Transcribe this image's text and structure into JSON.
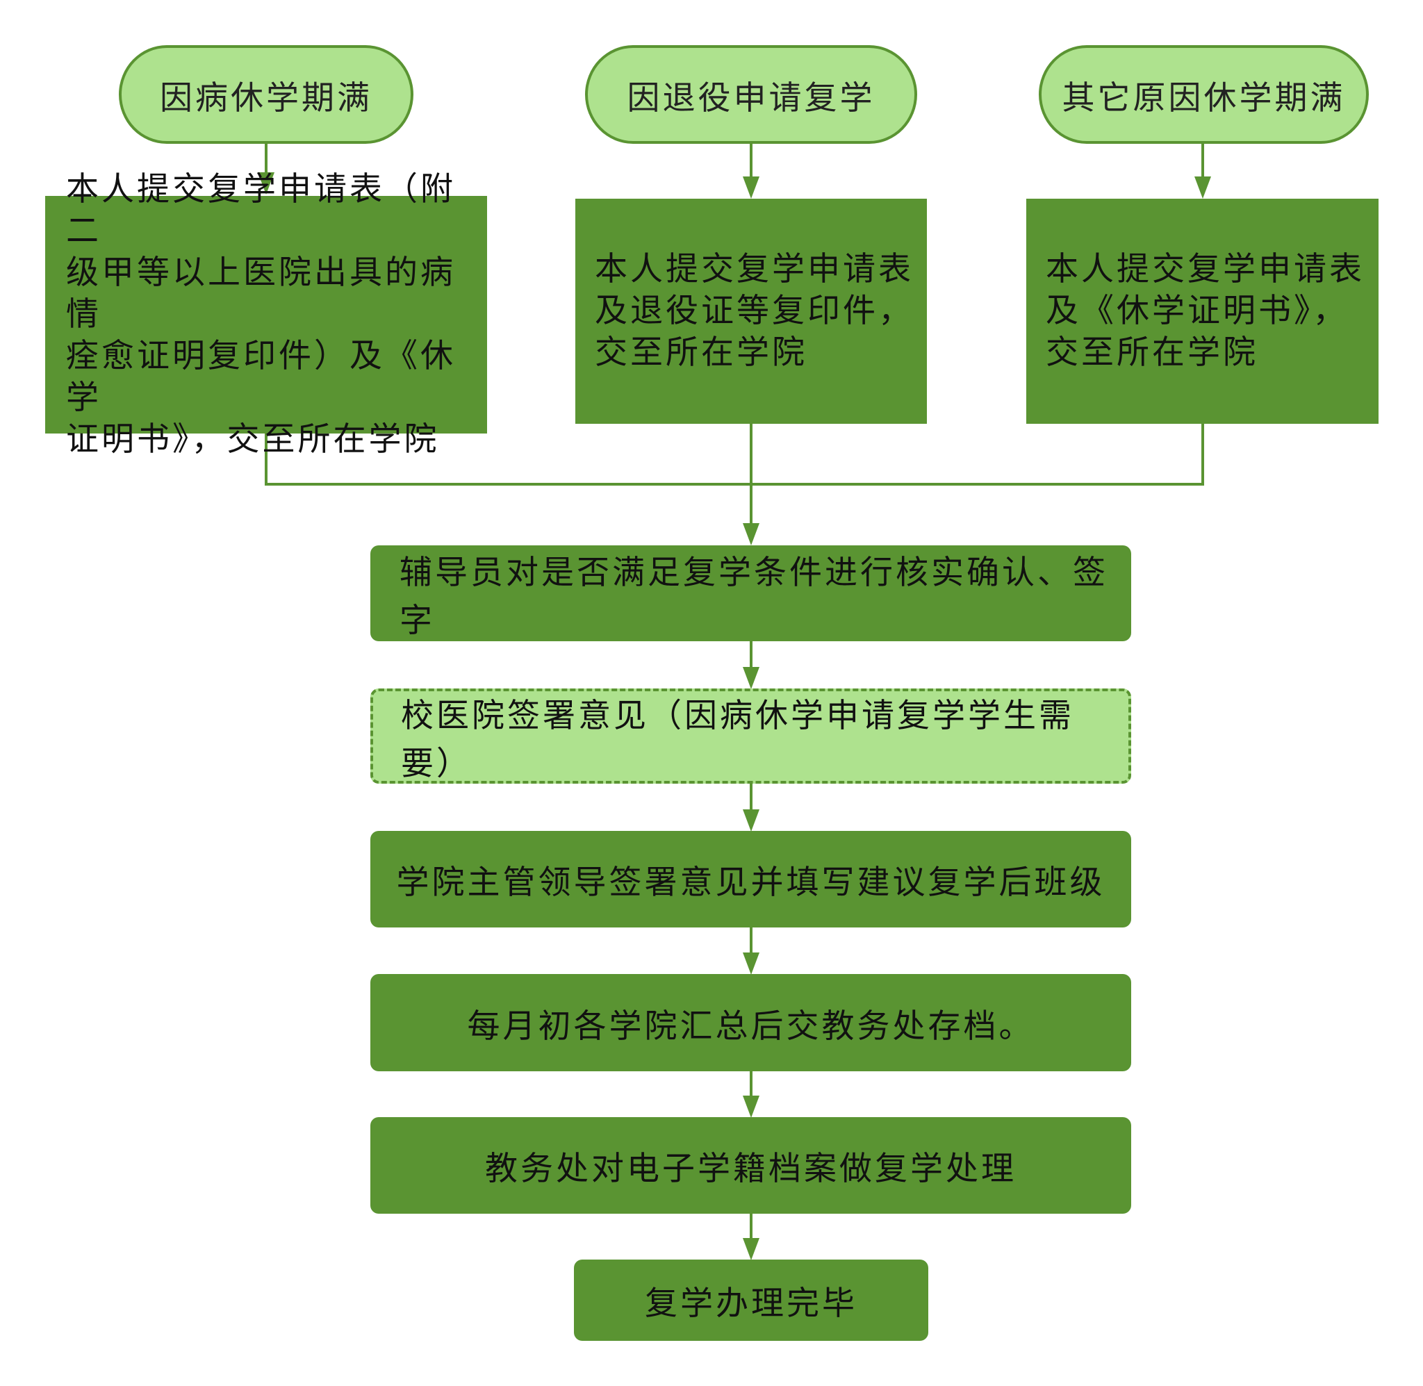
{
  "colors": {
    "dark_green": "#5a9432",
    "light_green": "#aee28e",
    "line": "#5a9432",
    "text": "#111111"
  },
  "start_nodes": [
    {
      "label": "因病休学期满"
    },
    {
      "label": "因退役申请复学"
    },
    {
      "label": "其它原因休学期满"
    }
  ],
  "submit_nodes": [
    {
      "label": "本人提交复学申请表（附二\n级甲等以上医院出具的病情\n痊愈证明复印件）及《休学\n证明书》，交至所在学院"
    },
    {
      "label": "本人提交复学申请表\n及退役证等复印件，\n交至所在学院"
    },
    {
      "label": "本人提交复学申请表\n及《休学证明书》，\n交至所在学院"
    }
  ],
  "process_steps": [
    {
      "label": "辅导员对是否满足复学条件进行核实确认、签字",
      "style": "solid"
    },
    {
      "label": "校医院签署意见（因病休学申请复学学生需要）",
      "style": "dashed"
    },
    {
      "label": "学院主管领导签署意见并填写建议复学后班级",
      "style": "solid"
    },
    {
      "label": "每月初各学院汇总后交教务处存档。",
      "style": "solid"
    },
    {
      "label": "教务处对电子学籍档案做复学处理",
      "style": "solid"
    }
  ],
  "end_node": {
    "label": "复学办理完毕"
  }
}
